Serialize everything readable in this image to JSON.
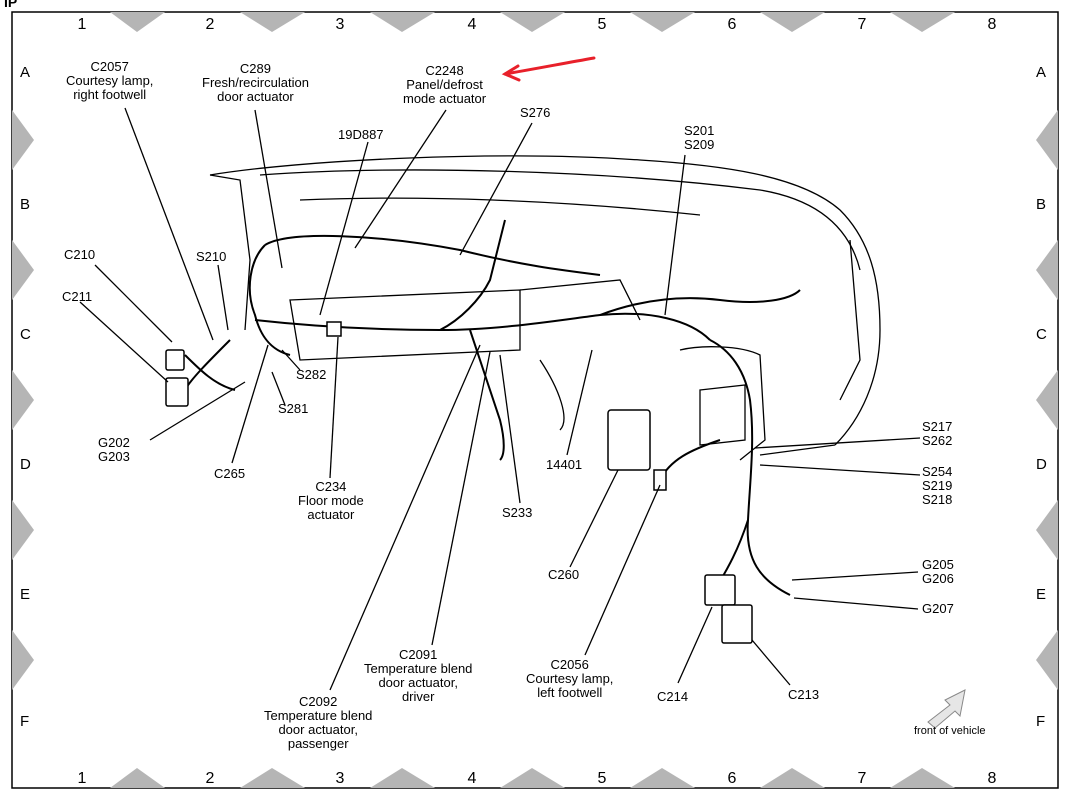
{
  "page_tag": "IP",
  "grid": {
    "columns": [
      "1",
      "2",
      "3",
      "4",
      "5",
      "6",
      "7",
      "8"
    ],
    "rows": [
      "A",
      "B",
      "C",
      "D",
      "E",
      "F"
    ]
  },
  "labels": {
    "c2057": [
      "C2057",
      "Courtesy lamp,",
      "right footwell"
    ],
    "c289": [
      "C289",
      "Fresh/recirculation",
      "door actuator"
    ],
    "c2248": [
      "C2248",
      "Panel/defrost",
      "mode actuator"
    ],
    "s276": "S276",
    "d887": "19D887",
    "s201": [
      "S201",
      "S209"
    ],
    "c210": "C210",
    "s210": "S210",
    "c211": "C211",
    "s282": "S282",
    "s281": "S281",
    "g202": [
      "G202",
      "G203"
    ],
    "c265": "C265",
    "c234": [
      "C234",
      "Floor mode",
      "actuator"
    ],
    "s233": "S233",
    "h14401": "14401",
    "s217": [
      "S217",
      "S262"
    ],
    "s254": [
      "S254",
      "S219",
      "S218"
    ],
    "c260": "C260",
    "g205": [
      "G205",
      "G206"
    ],
    "g207": "G207",
    "c2091": [
      "C2091",
      "Temperature blend",
      "door actuator,",
      "driver"
    ],
    "c2056": [
      "C2056",
      "Courtesy lamp,",
      "left footwell"
    ],
    "c214": "C214",
    "c213": "C213",
    "c2092": [
      "C2092",
      "Temperature blend",
      "door actuator,",
      "passenger"
    ],
    "front": "front of vehicle"
  },
  "colors": {
    "annotation": "#e8202a",
    "frame": "#000000",
    "triangles": "#b0b0b0"
  }
}
